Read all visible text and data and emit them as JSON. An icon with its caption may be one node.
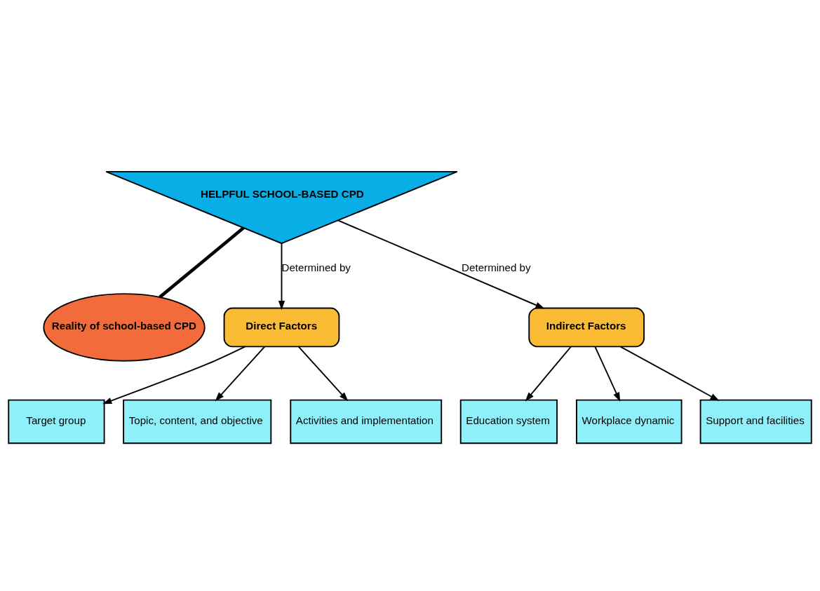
{
  "diagram": {
    "nodes": [
      {
        "text": [
          "HELPFUL SCHOOL-BASED CPD"
        ]
      },
      {
        "text": [
          "Reality of school-based CPD"
        ]
      },
      {
        "text": [
          "Direct Factors"
        ]
      },
      {
        "text": [
          "Indirect Factors"
        ]
      },
      {
        "text": [
          "Target group"
        ]
      },
      {
        "text": [
          "Topic, content, and objective"
        ]
      },
      {
        "text": [
          "Activities and implementation"
        ]
      },
      {
        "text": [
          "Education system"
        ]
      },
      {
        "text": [
          "Workplace dynamic"
        ]
      },
      {
        "text": [
          "Support and facilities"
        ]
      }
    ],
    "edges": [
      {
        "from": 0,
        "to": 2,
        "arrow": "to",
        "label": "Determined by"
      },
      {
        "from": 0,
        "to": 1,
        "arrow": "none",
        "style": "thick"
      },
      {
        "from": 0,
        "to": 3,
        "arrow": "to",
        "label": "Determined by"
      },
      {
        "from": 2,
        "to": 4,
        "arrow": "to"
      },
      {
        "from": 2,
        "to": 6,
        "arrow": "to"
      },
      {
        "from": 2,
        "to": 5,
        "arrow": "to"
      },
      {
        "from": 3,
        "to": 7,
        "arrow": "to"
      },
      {
        "from": 3,
        "to": 9,
        "arrow": "to"
      },
      {
        "from": 3,
        "to": 8,
        "arrow": "to"
      }
    ]
  }
}
